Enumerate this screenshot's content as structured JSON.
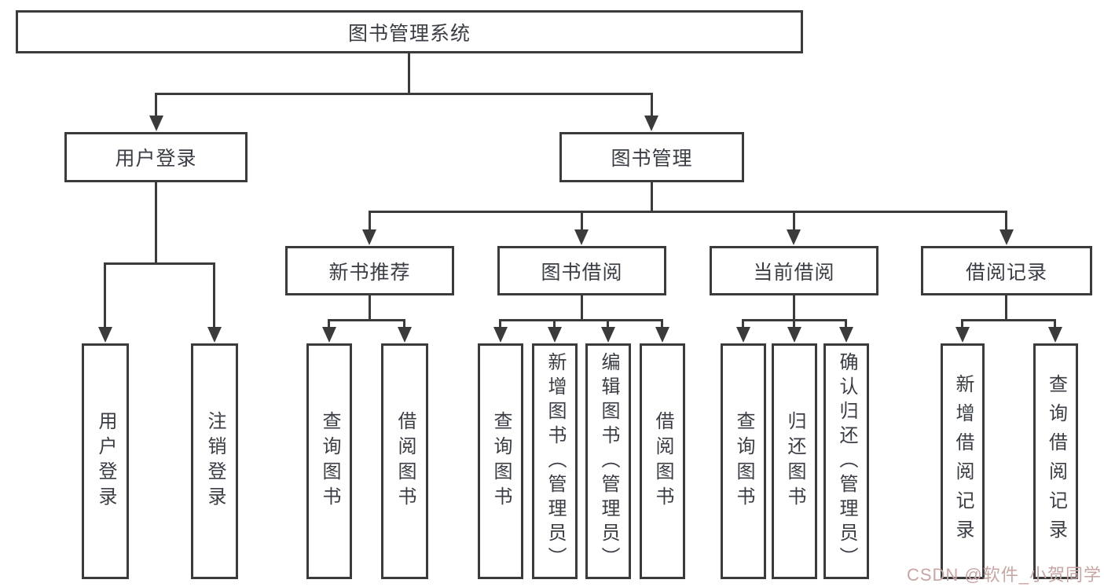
{
  "colors": {
    "line": "#3b3b3b",
    "text": "#3a3e44",
    "watermark": "#c9a5a3",
    "background": "#ffffff"
  },
  "nodes": {
    "root": {
      "label": "图书管理系统"
    },
    "user_login": {
      "label": "用户登录"
    },
    "book_mgmt": {
      "label": "图书管理"
    },
    "new_book_rec": {
      "label": "新书推荐"
    },
    "book_borrow": {
      "label": "图书借阅"
    },
    "current_borrow": {
      "label": "当前借阅"
    },
    "borrow_record": {
      "label": "借阅记录"
    },
    "leaves": {
      "user_login": {
        "label": "用户登录"
      },
      "logout": {
        "label": "注销登录"
      },
      "nbr_query_book": {
        "label": "查询图书"
      },
      "nbr_borrow_book": {
        "label": "借阅图书"
      },
      "bb_query_book": {
        "label": "查询图书"
      },
      "bb_add_book": {
        "label": "新增图书（管理员）"
      },
      "bb_edit_book": {
        "label": "编辑图书（管理员）"
      },
      "bb_borrow_book": {
        "label": "借阅图书"
      },
      "cb_query_book": {
        "label": "查询图书"
      },
      "cb_return_book": {
        "label": "归还图书"
      },
      "cb_confirm_return": {
        "label": "确认归还（管理员）"
      },
      "br_add_record": {
        "label": "新增借阅记录"
      },
      "br_query_record": {
        "label": "查询借阅记录"
      }
    }
  },
  "watermark": {
    "text": "CSDN @软件_小贺同学"
  }
}
